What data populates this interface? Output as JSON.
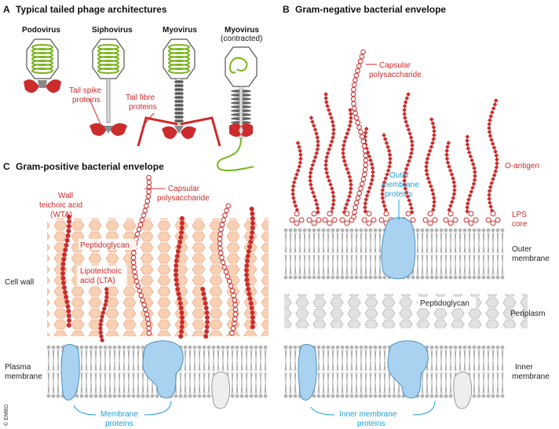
{
  "panels": {
    "A": {
      "letter": "A",
      "title": "Typical tailed phage architectures"
    },
    "B": {
      "letter": "B",
      "title": "Gram-negative bacterial envelope"
    },
    "C": {
      "letter": "C",
      "title": "Gram-positive bacterial envelope"
    }
  },
  "phages": {
    "podovirus": "Podovirus",
    "siphovirus": "Siphovirus",
    "myovirus": "Myovirus",
    "myovirus_contracted": "Myovirus",
    "contracted_note": "(contracted)",
    "tail_spike_line1": "Tail spike",
    "tail_spike_line2": "proteins",
    "tail_fibre_line1": "Tail fibre",
    "tail_fibre_line2": "proteins"
  },
  "gram_negative": {
    "capsular_line1": "Capsular",
    "capsular_line2": "polysaccharide",
    "o_antigen": "O-antigen",
    "lps_line1": "LPS",
    "lps_line2": "core",
    "omp_line1": "Outer",
    "omp_line2": "membrane",
    "omp_line3": "proteins",
    "outer_membrane_line1": "Outer",
    "outer_membrane_line2": "membrane",
    "peptidoglycan": "Peptidoglycan",
    "periplasm": "Periplasm",
    "inner_membrane_line1": "Inner",
    "inner_membrane_line2": "membrane",
    "imp_line1": "Inner membrane",
    "imp_line2": "proteins"
  },
  "gram_positive": {
    "wta_line1": "Wall",
    "wta_line2": "teichoic acid",
    "wta_line3": "(WTA)",
    "capsular_line1": "Capsular",
    "capsular_line2": "polysaccharide",
    "peptidoglycan": "Peptidoglycan",
    "lta_line1": "Lipoteichoic",
    "lta_line2": "acid (LTA)",
    "cell_wall": "Cell wall",
    "plasma_line1": "Plasma",
    "plasma_line2": "membrane",
    "mp_line1": "Membrane",
    "mp_line2": "proteins"
  },
  "copyright": "© EMBO",
  "colors": {
    "red": "#cc2b2b",
    "blue": "#1e9fd6",
    "green": "#7ab51d",
    "protein_fill": "#a9d2f0",
    "pg_fill": "#f6c6a6",
    "membrane_grey": "#9a9a9a"
  }
}
